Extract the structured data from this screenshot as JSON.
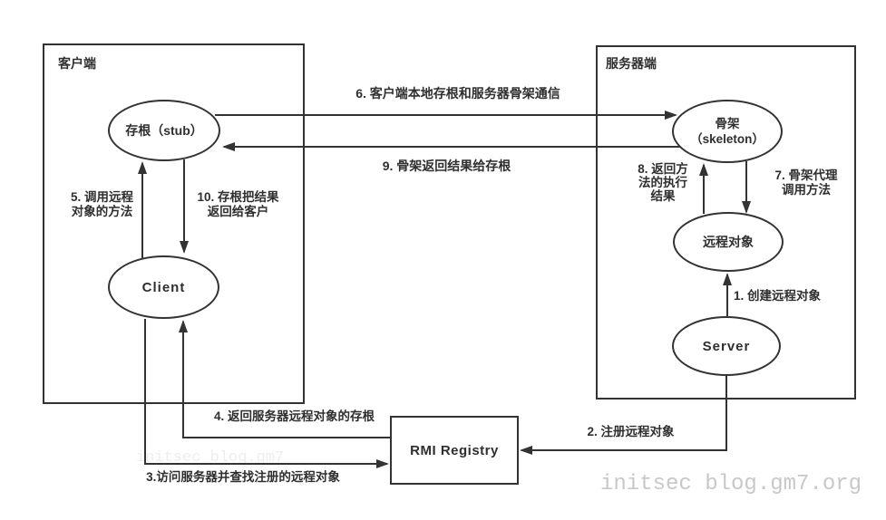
{
  "boxes": {
    "client": {
      "label": "客户端"
    },
    "server": {
      "label": "服务器端"
    }
  },
  "nodes": {
    "stub": {
      "label": "存根（stub）"
    },
    "client": {
      "label": "Client"
    },
    "skeleton": {
      "label": "骨架\n（skeleton）"
    },
    "remote_object": {
      "label": "远程对象"
    },
    "server": {
      "label": "Server"
    },
    "rmi_registry": {
      "label": "RMI Registry"
    }
  },
  "steps": {
    "s1": {
      "label": "1. 创建远程对象"
    },
    "s2": {
      "label": "2. 注册远程对象"
    },
    "s3": {
      "label": "3.访问服务器并查找注册的远程对象"
    },
    "s4": {
      "label": "4. 返回服务器远程对象的存根"
    },
    "s5": {
      "label": "5. 调用远程\n对象的方法"
    },
    "s6": {
      "label": "6. 客户端本地存根和服务器骨架通信"
    },
    "s7": {
      "label": "7. 骨架代理\n调用方法"
    },
    "s8": {
      "label": "8. 返回方\n法的执行\n结果"
    },
    "s9": {
      "label": "9. 骨架返回结果给存根"
    },
    "s10": {
      "label": "10. 存根把结果\n返回给客户"
    }
  },
  "watermark": {
    "text": "initsec blog.gm7.org",
    "faint_text": "initsec blog.gm7",
    "color": "#c8c8c8"
  },
  "colors": {
    "line": "#333333",
    "text": "#2f2f2f",
    "background": "#ffffff"
  }
}
